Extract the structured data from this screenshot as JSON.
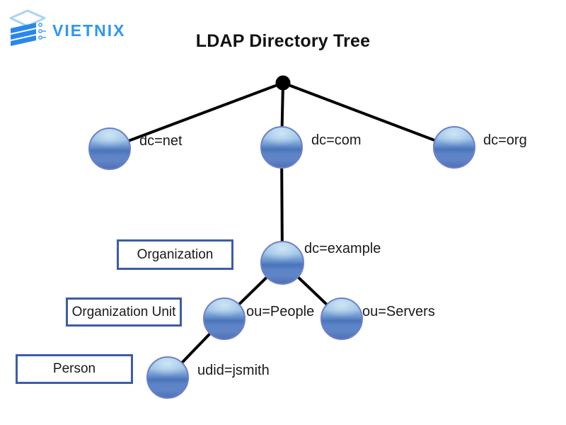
{
  "page": {
    "background": "#ffffff"
  },
  "logo": {
    "text": "VIETNIX",
    "color": "#2F96F3",
    "icon": "layer-stack-icon"
  },
  "title": "LDAP Directory Tree",
  "diagram": {
    "root": {
      "name": "root-node",
      "shape": "black-dot"
    },
    "nodes": [
      {
        "id": "dc-net",
        "label": "dc=net"
      },
      {
        "id": "dc-com",
        "label": "dc=com"
      },
      {
        "id": "dc-org",
        "label": "dc=org"
      },
      {
        "id": "dc-example",
        "label": "dc=example"
      },
      {
        "id": "ou-people",
        "label": "ou=People"
      },
      {
        "id": "ou-servers",
        "label": "ou=Servers"
      },
      {
        "id": "udid-jsmith",
        "label": "udid=jsmith"
      }
    ],
    "edges": [
      {
        "from": "root",
        "to": "dc-net"
      },
      {
        "from": "root",
        "to": "dc-com"
      },
      {
        "from": "root",
        "to": "dc-org"
      },
      {
        "from": "dc-com",
        "to": "dc-example"
      },
      {
        "from": "dc-example",
        "to": "ou-people"
      },
      {
        "from": "dc-example",
        "to": "ou-servers"
      },
      {
        "from": "ou-people",
        "to": "udid-jsmith"
      }
    ],
    "level_labels": [
      {
        "label": "Organization"
      },
      {
        "label": "Organization Unit"
      },
      {
        "label": "Person"
      }
    ],
    "colors": {
      "edge": "#000000",
      "node_border": "#6F7FCB",
      "node_fill_light": "#A5CCE9",
      "node_fill_dark": "#4A74B9",
      "level_box_border": "#3D5CA8",
      "level_box_fill": "#FFFFFF",
      "text": "#1A1A1A",
      "title_text": "#111111"
    }
  }
}
